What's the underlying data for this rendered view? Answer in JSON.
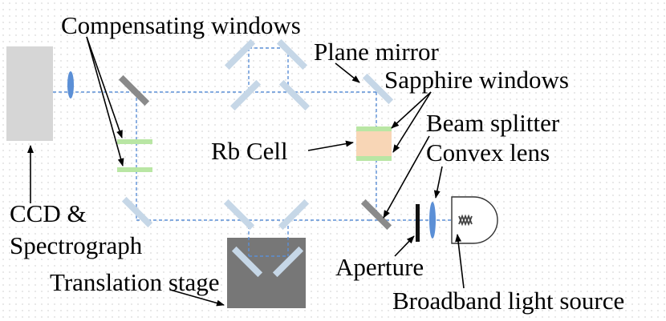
{
  "labels": {
    "compensating_windows": "Compensating windows",
    "plane_mirror": "Plane mirror",
    "sapphire_windows": "Sapphire windows",
    "beam_splitter": "Beam splitter",
    "convex_lens": "Convex lens",
    "rb_cell": "Rb Cell",
    "ccd_line1": "CCD &",
    "ccd_line2": "Spectrograph",
    "translation_stage": "Translation stage",
    "aperture": "Aperture",
    "light_source": "Broadband light source"
  },
  "colors": {
    "beam": "#5b8fd6",
    "beam_splitter": "#c6d7e7",
    "dark_splitter": "#8a8a8a",
    "compensating_window": "#b9e6a4",
    "rb_cell": "#f8d6b6",
    "ccd": "#d6d6d6",
    "translation_stage": "#777777",
    "lens": "#5b8fd6"
  }
}
